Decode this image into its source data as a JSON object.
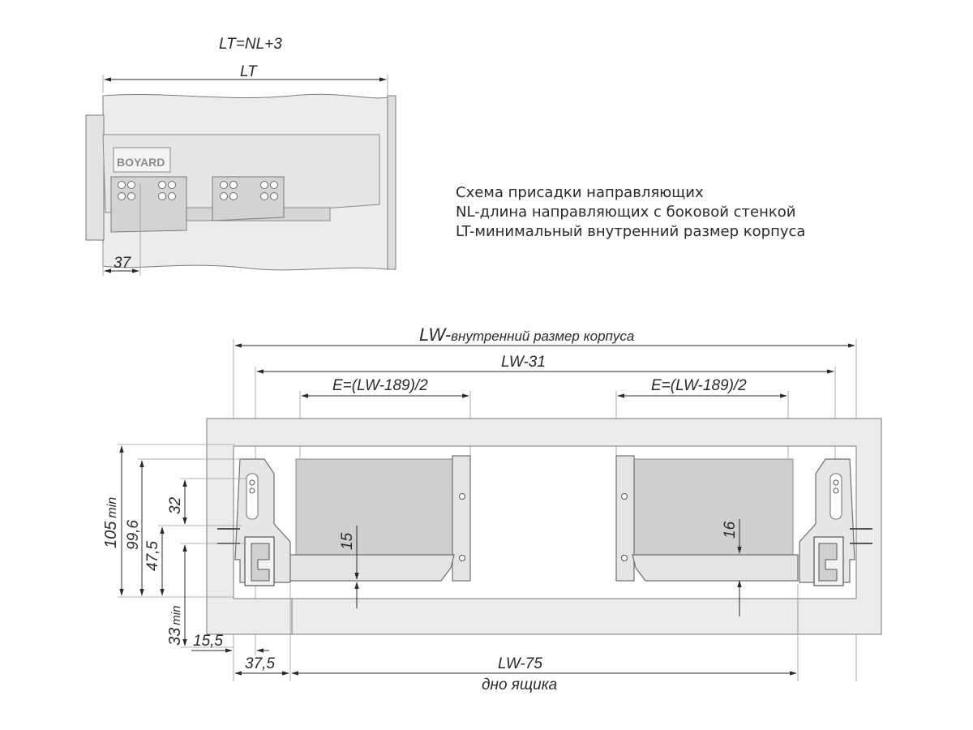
{
  "top_view": {
    "formula": "LT=NL+3",
    "lt_label": "LT",
    "offset_label": "37",
    "brand": "BOYARD"
  },
  "legend": {
    "lines": [
      "Схема присадки направляющих",
      "NL-длина направляющих с боковой стенкой",
      "LT-минимальный внутренний размер корпуса"
    ]
  },
  "front_view": {
    "lw_prefix": "LW-",
    "lw_suffix": "внутренний размер корпуса",
    "lw31": "LW-31",
    "e_left": "E=(LW-189)/2",
    "e_right": "E=(LW-189)/2",
    "h105": "105",
    "h105_unit": "min",
    "h99": "99,6",
    "h47": "47,5",
    "h33": "33",
    "h33_unit": "min",
    "h32": "32",
    "h15": "15",
    "h16": "16",
    "w155": "15,5",
    "w375": "37,5",
    "lw75": "LW-75",
    "bottom_caption": "дно ящика"
  },
  "colors": {
    "line": "#2a2a2a",
    "panel_fill": "#ececec",
    "part_fill": "#d9d9d9",
    "drawer_fill": "#cfcfcf"
  }
}
